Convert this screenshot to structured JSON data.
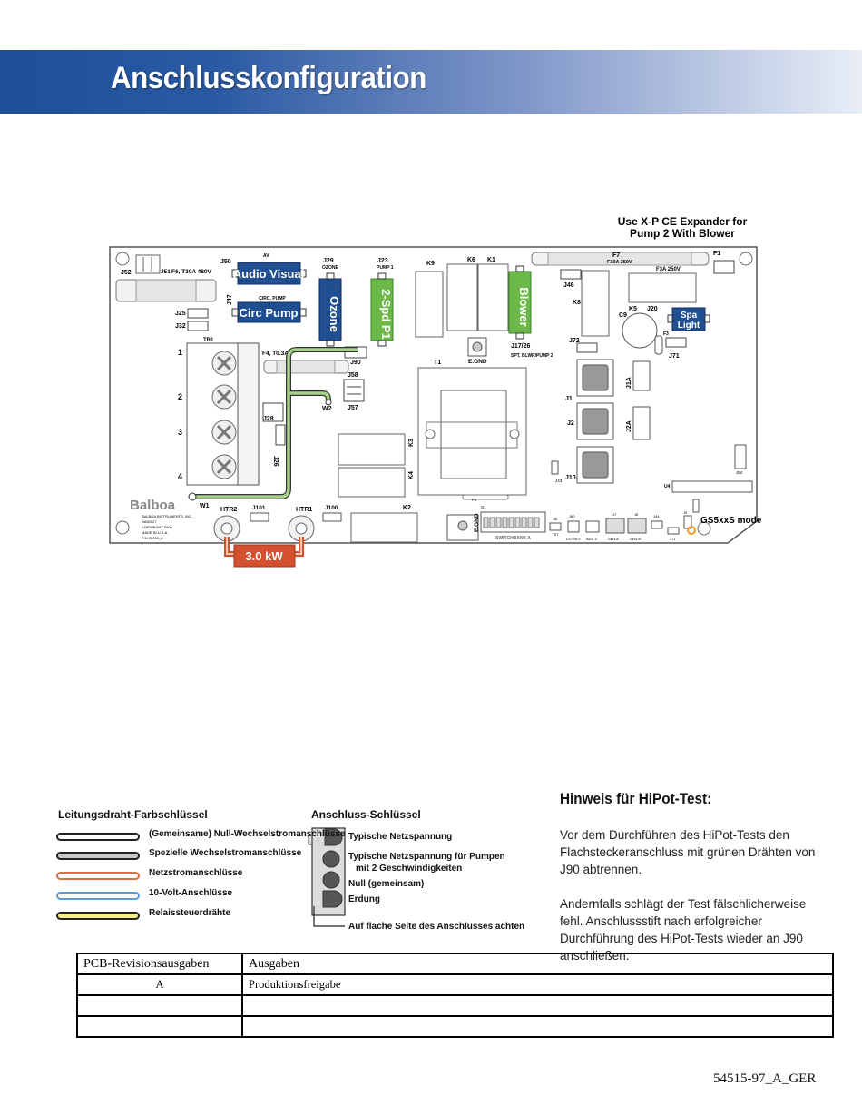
{
  "header": {
    "title": "Anschlusskonfiguration"
  },
  "board": {
    "expander_note": [
      "Use X-P CE Expander for",
      "Pump 2 With Blower"
    ],
    "blocks": {
      "audio_visual": "Audio Visual",
      "circ_pump": "Circ Pump",
      "ozone": "Ozone",
      "pump1": "2-Spd P1",
      "blower": "Blower",
      "spa_light": [
        "Spa",
        "Light"
      ],
      "heater": "3.0 kW"
    },
    "labels": {
      "j52": "J52",
      "j51": "J51",
      "f6": "F6, T30A 480V",
      "j50": "J50",
      "av": "AV",
      "j47": "J47",
      "circ_small": "CIRC. PUMP",
      "j25": "J25",
      "j32": "J32",
      "j29": "J29",
      "ozone_small": "OZONE",
      "j23": "J23",
      "pump1_small": "PUMP 1",
      "k9": "K9",
      "k6": "K6",
      "k1": "K1",
      "f7": "F7",
      "f10a": "F10A 250V",
      "f1": "F1",
      "f3a": "F3A 250V",
      "j46": "J46",
      "k8": "K8",
      "c9": "C9",
      "k5": "K5",
      "j20": "J20",
      "f3": "F3",
      "tb1": "TB1",
      "tb_1": "1",
      "tb_2": "2",
      "tb_3": "3",
      "tb_4": "4",
      "f4": "F4, T0.3A",
      "j90": "J90",
      "j58": "J58",
      "j57": "J57",
      "w2": "W2",
      "j28": "J28",
      "j26": "J26",
      "t1": "T1",
      "egnd": "E.GND",
      "j1726": "J17/26",
      "spt": "SPT, BLWR/PUMP 2",
      "j72": "J72",
      "j71": "J71",
      "j1": "J1",
      "j2": "J2",
      "j1a": "J1A",
      "j2a": "J2A",
      "j10": "J10",
      "j43": "J43",
      "k3": "K3",
      "k4": "K4",
      "k2": "K2",
      "w1": "W1",
      "htr2": "HTR2",
      "j101": "J101",
      "htr1": "HTR1",
      "j100": "J100",
      "f2": "F2",
      "egnd2": "E.GND",
      "switchbank": "SWITCHBANK A",
      "s1": "S1",
      "u4": "U4",
      "gs5": "GS5xxS mode",
      "balboa": "Balboa",
      "balboa_inst": "BALBOA INSTRUMENTS, INC.",
      "part": "BA50027",
      "copyright": "COPYRIGHT 2006",
      "made": "MADE IN U.S.A.",
      "pn": "P/N 22095_A",
      "j6": "J6",
      "tst": "TST",
      "j60": "J60",
      "lst_rly": "LST RLY",
      "j7": "J7",
      "aux_v": "AUX V",
      "sen_a": "SEN A",
      "j8": "J8",
      "sen_b": "SEN B",
      "j44": "J44",
      "j71b": "J71",
      "j54": "J54",
      "j9": "J9"
    }
  },
  "legend": {
    "wire_title": "Leitungsdraht-Farbschlüssel",
    "wires": [
      {
        "label": "(Gemeinsame) Null-Wechselstromanschlüsse",
        "color": "#ffffff"
      },
      {
        "label": "Spezielle Wechselstromanschlüsse",
        "color": "#c9c9c9"
      },
      {
        "label": "Netzstromanschlüsse",
        "color": "#f3c8b2"
      },
      {
        "label": "10-Volt-Anschlüsse",
        "color": "#cfe2f6"
      },
      {
        "label": "Relaissteuerdrähte",
        "color": "#f7ef8c"
      }
    ],
    "connector_title": "Anschluss-Schlüssel",
    "connector": [
      "Typische Netzspannung",
      "Typische Netzspannung für Pumpen",
      "mit 2 Geschwindigkeiten",
      "Null (gemeinsam)",
      "Erdung",
      "Auf flache Seite des Anschlusses achten"
    ]
  },
  "hipot": {
    "title": "Hinweis für HiPot-Test:",
    "p1": "Vor dem Durchführen des HiPot-Tests den Flachsteckeranschluss mit grünen Drähten von J90 abtrennen.",
    "p2": "Andernfalls schlägt der Test fälschlicherweise fehl. Anschlussstift nach erfolgreicher Durchführung des HiPot-Tests wieder an J90 anschließen."
  },
  "revisions": {
    "headers": [
      "PCB-Revisionsausgaben",
      "Ausgaben"
    ],
    "rows": [
      [
        "A",
        "Produktionsfreigabe"
      ],
      [
        "",
        ""
      ],
      [
        "",
        ""
      ]
    ]
  },
  "footer": {
    "doc_number": "54515-97_A_GER"
  },
  "colors": {
    "banner": "#1d4f9a",
    "block_blue": "#1f4e91",
    "block_green": "#6cb94a",
    "heater": "#d4502e",
    "wire_green": "#9ccc7b"
  }
}
